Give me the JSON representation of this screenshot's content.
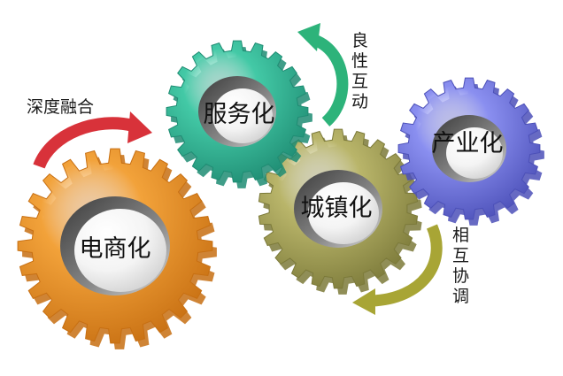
{
  "gears": [
    {
      "id": "ecommerce",
      "label": "电商化",
      "color": "#f2a23a",
      "dark": "#c76f12"
    },
    {
      "id": "services",
      "label": "服务化",
      "color": "#43c9a6",
      "dark": "#1f8c73"
    },
    {
      "id": "urbanization",
      "label": "城镇化",
      "color": "#b9b56a",
      "dark": "#7c7a3a"
    },
    {
      "id": "industry",
      "label": "产业化",
      "color": "#8a8ff0",
      "dark": "#4c50b8"
    }
  ],
  "relations": {
    "deep_integration": "深度融合",
    "benign_interaction": [
      "良",
      "性",
      "互",
      "动"
    ],
    "mutual_coordination": [
      "相",
      "互",
      "协",
      "调"
    ]
  },
  "arrows": {
    "red": "#d8323a",
    "green": "#2db37a",
    "olive": "#a8a535"
  }
}
